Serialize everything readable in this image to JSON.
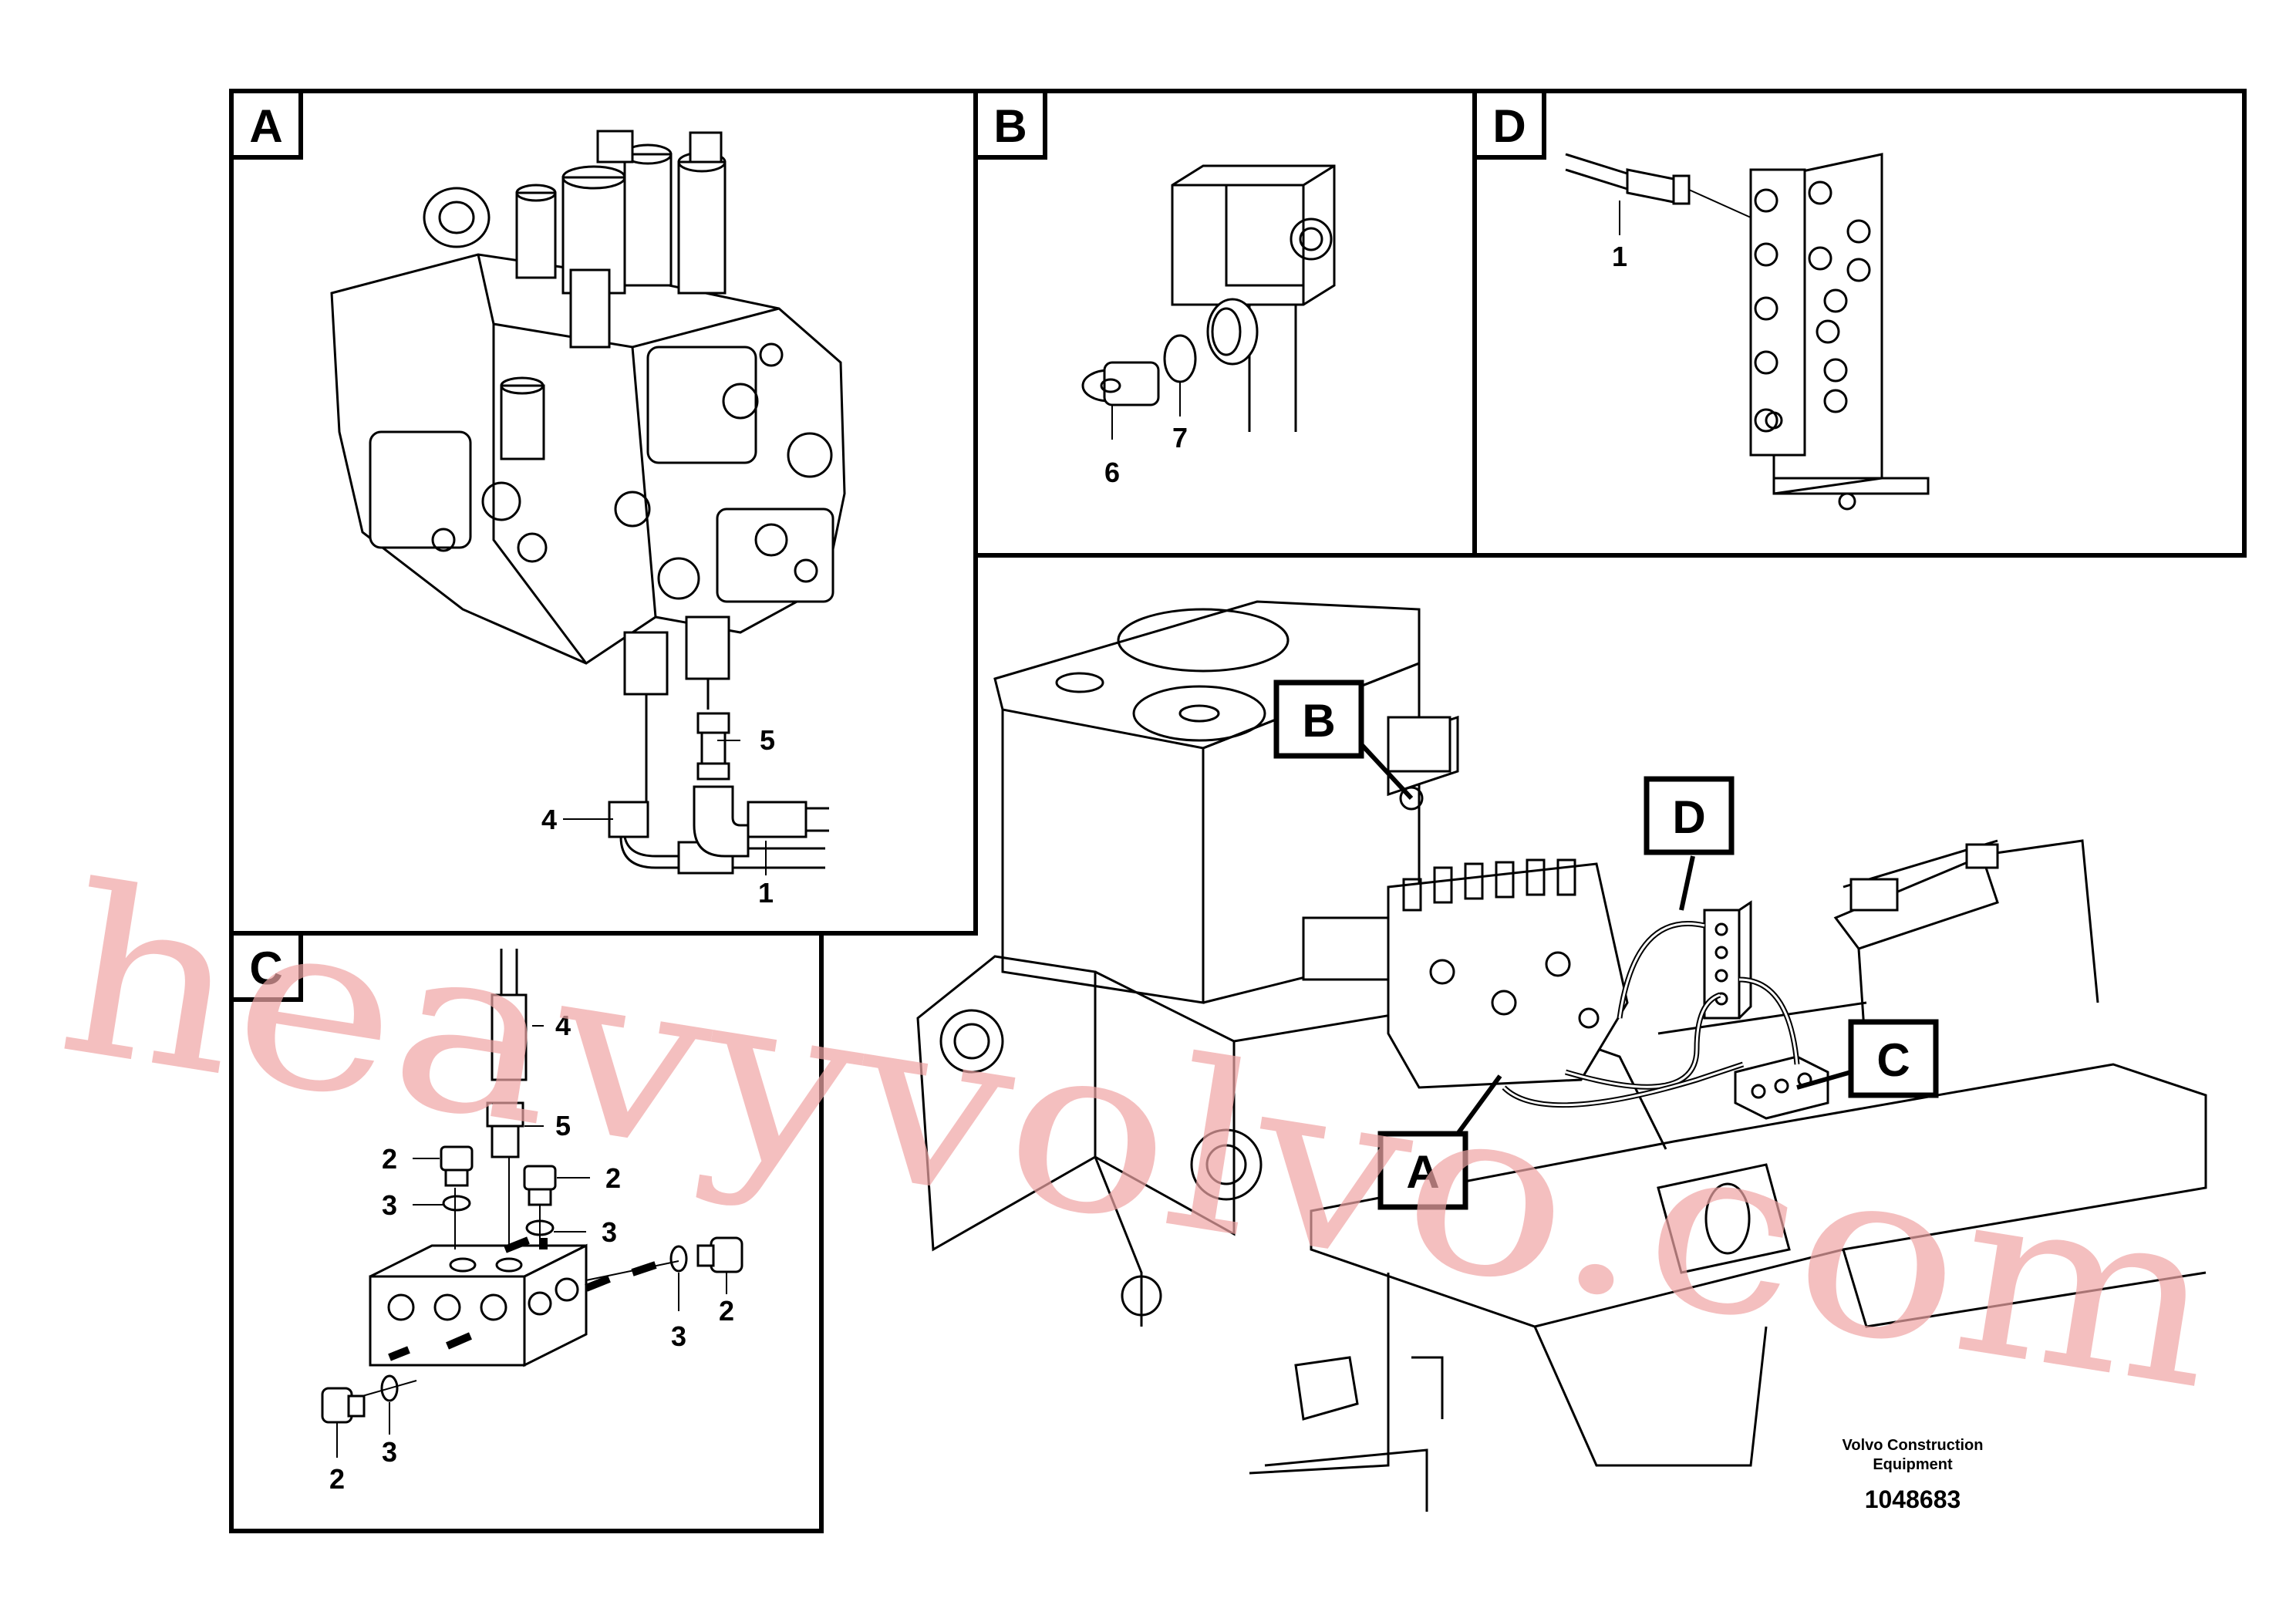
{
  "panels": [
    {
      "id": "A",
      "label": "A"
    },
    {
      "id": "B",
      "label": "B"
    },
    {
      "id": "C",
      "label": "C"
    },
    {
      "id": "D",
      "label": "D"
    }
  ],
  "callouts": {
    "a_5": "5",
    "a_4": "4",
    "a_1": "1",
    "b_6": "6",
    "b_7": "7",
    "c_4": "4",
    "c_5": "5",
    "c_2a": "2",
    "c_2b": "2",
    "c_2c": "2",
    "c_2d": "2",
    "c_3a": "3",
    "c_3b": "3",
    "c_3c": "3",
    "c_3d": "3",
    "d_1": "1"
  },
  "overview_tags": {
    "A": "A",
    "B": "B",
    "C": "C",
    "D": "D"
  },
  "watermark": "heavyvolvo.com",
  "footer": {
    "line1": "Volvo Construction",
    "line2": "Equipment",
    "number": "1048683"
  }
}
